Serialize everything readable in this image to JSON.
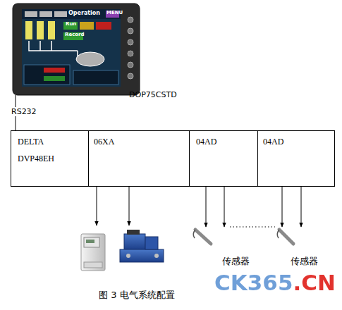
{
  "diagram": {
    "caption": "图 3 电气系统配置",
    "nodes": [
      {
        "text": [
          "DOP75CSTD"
        ]
      },
      {
        "text": [
          "DELTA DVP48EH"
        ]
      },
      {
        "text": [
          "06XA"
        ]
      },
      {
        "text": [
          "04AD"
        ]
      },
      {
        "text": [
          "04AD"
        ]
      },
      {
        "text": [
          "传感器"
        ]
      },
      {
        "text": [
          "传感器"
        ]
      }
    ],
    "edges": [
      {
        "from": 0,
        "to": 1,
        "arrow": "none",
        "label": "RS232"
      },
      {
        "from": 3,
        "to": 5,
        "arrow": "to"
      },
      {
        "from": 3,
        "to": 5,
        "arrow": "to"
      },
      {
        "from": 4,
        "to": 6,
        "arrow": "to"
      },
      {
        "from": 4,
        "to": 6,
        "arrow": "to"
      }
    ],
    "labels": [
      "Operation",
      "Run",
      "Record",
      "MENU",
      "CK365.CN"
    ]
  }
}
